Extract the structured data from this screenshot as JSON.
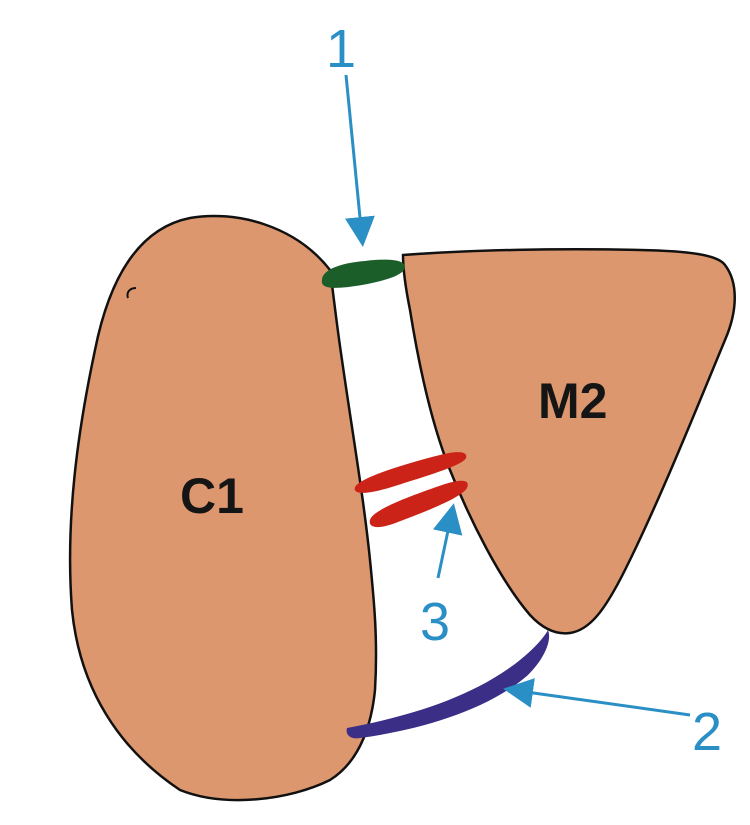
{
  "colors": {
    "background": "#ffffff",
    "shape_fill": "#dd976f",
    "outline": "#111111",
    "callout": "#2a8fc4",
    "contact_1": "#1c5e2a",
    "contact_2": "#3a2e86",
    "contact_3": "#cc2318",
    "label_text": "#151515"
  },
  "shapes": {
    "left": {
      "label": "C1"
    },
    "right": {
      "label": "M2"
    }
  },
  "callouts": [
    {
      "label": "1",
      "color_key": "contact_1"
    },
    {
      "label": "2",
      "color_key": "contact_2"
    },
    {
      "label": "3",
      "color_key": "contact_3"
    }
  ]
}
